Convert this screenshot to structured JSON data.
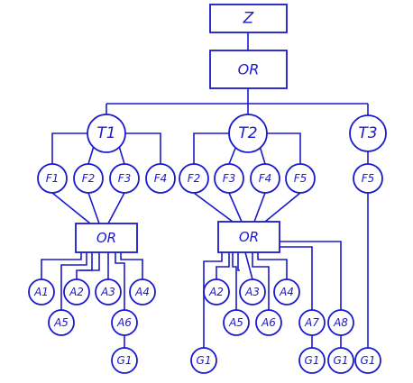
{
  "diagram": {
    "root": "Z",
    "top_gate": "OR",
    "tasks": [
      {
        "id": "t1",
        "label": "T1"
      },
      {
        "id": "t2",
        "label": "T2"
      },
      {
        "id": "t3",
        "label": "T3"
      }
    ],
    "factors": [
      {
        "id": "t1_f1",
        "label": "F1"
      },
      {
        "id": "t1_f2",
        "label": "F2"
      },
      {
        "id": "t1_f3",
        "label": "F3"
      },
      {
        "id": "t1_f4",
        "label": "F4"
      },
      {
        "id": "t2_f2",
        "label": "F2"
      },
      {
        "id": "t2_f3",
        "label": "F3"
      },
      {
        "id": "t2_f4",
        "label": "F4"
      },
      {
        "id": "t2_f5",
        "label": "F5"
      },
      {
        "id": "t3_f5",
        "label": "F5"
      }
    ],
    "gates": [
      {
        "id": "or_left",
        "label": "OR"
      },
      {
        "id": "or_mid",
        "label": "OR"
      }
    ],
    "leaves": [
      {
        "id": "l_a1",
        "label": "A1"
      },
      {
        "id": "l_a2",
        "label": "A2"
      },
      {
        "id": "l_a3",
        "label": "A3"
      },
      {
        "id": "l_a4",
        "label": "A4"
      },
      {
        "id": "l_a5",
        "label": "A5"
      },
      {
        "id": "l_a6",
        "label": "A6"
      },
      {
        "id": "l_g1",
        "label": "G1"
      },
      {
        "id": "m_g1",
        "label": "G1"
      },
      {
        "id": "m_a2",
        "label": "A2"
      },
      {
        "id": "m_a3",
        "label": "A3"
      },
      {
        "id": "m_a4",
        "label": "A4"
      },
      {
        "id": "m_a5",
        "label": "A5"
      },
      {
        "id": "m_a6",
        "label": "A6"
      },
      {
        "id": "m_a7",
        "label": "A7"
      },
      {
        "id": "m_a8",
        "label": "A8"
      },
      {
        "id": "m_g1b",
        "label": "G1"
      },
      {
        "id": "m_g1c",
        "label": "G1"
      },
      {
        "id": "r_g1",
        "label": "G1"
      }
    ]
  }
}
